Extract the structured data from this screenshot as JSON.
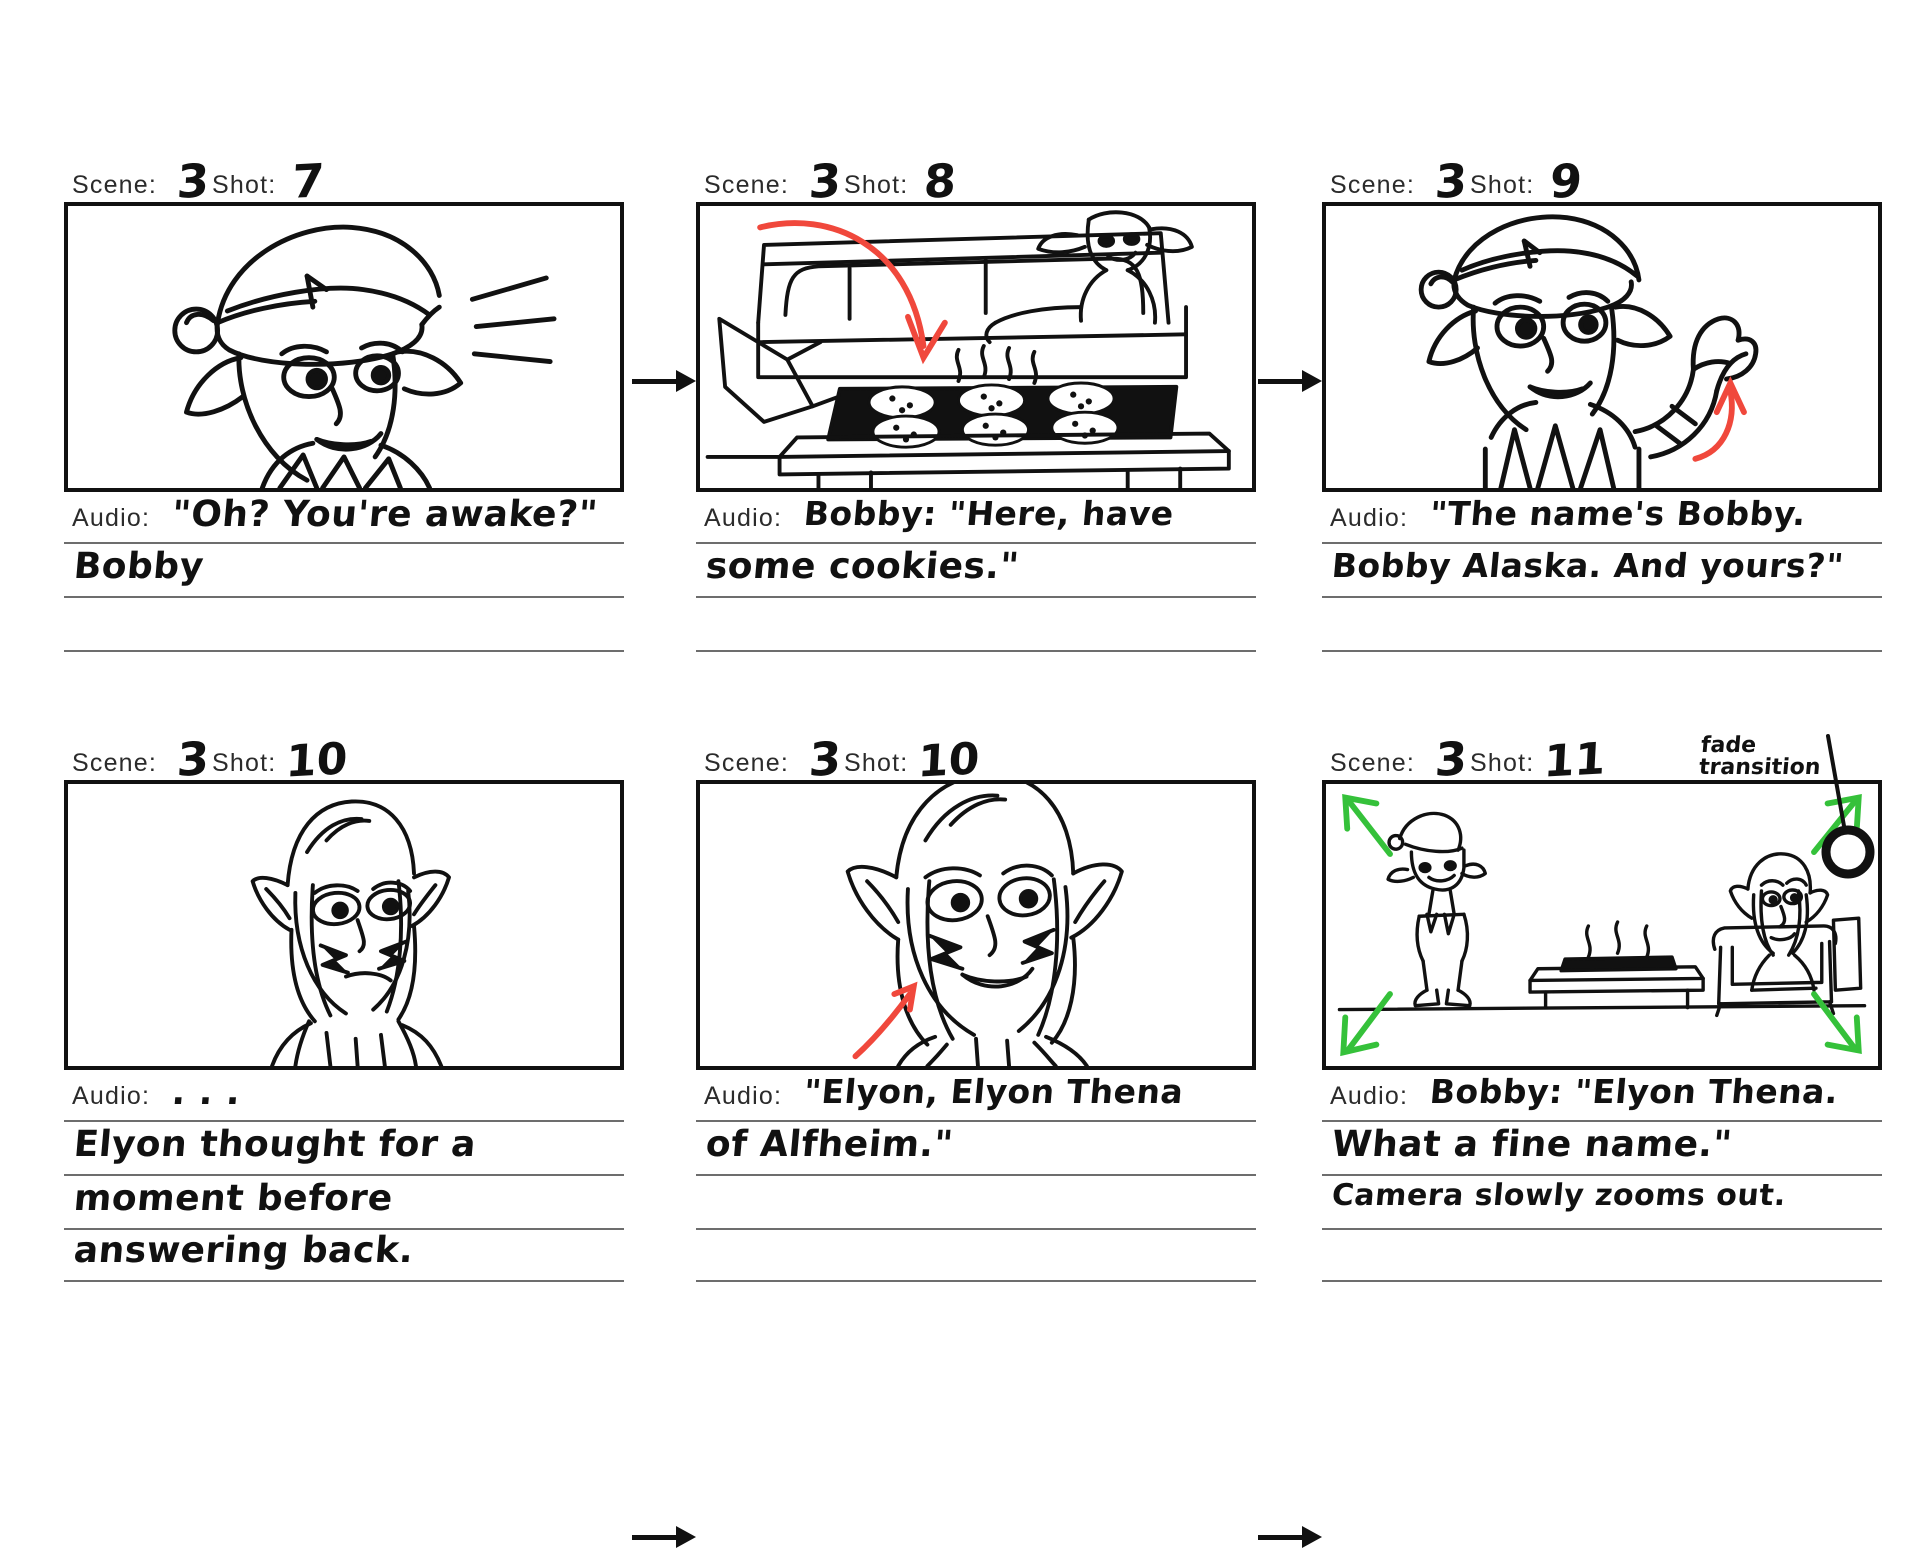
{
  "document": {
    "type": "storyboard",
    "labels": {
      "scene": "Scene:",
      "shot": "Shot:",
      "audio": "Audio:"
    }
  },
  "colors": {
    "ink": "#111111",
    "rule": "#6d6d6d",
    "printed_label": "#2b2b2b",
    "red_annotation": "#f0483c",
    "green_annotation": "#35c13a",
    "paper": "#ffffff"
  },
  "panels": [
    {
      "id": "panel-1",
      "scene": "3",
      "shot": "7",
      "audio_first_line": "\"Oh? You're awake?\"",
      "note_lines": [
        "Bobby"
      ],
      "drawing": "close-up of smiling elf wearing a pointed santa hat with pom-pom, long pointed ear, speed lines at right",
      "annotations": []
    },
    {
      "id": "panel-2",
      "scene": "3",
      "shot": "8",
      "audio_first_line": "Bobby: \"Here, have",
      "note_lines": [
        "some cookies.\""
      ],
      "drawing": "living room: elf holding a tray of steaming cookies over a coffee table, second elf reclining on couch",
      "annotations": [
        "red curved arrow pointing down to the cookie tray"
      ]
    },
    {
      "id": "panel-3",
      "scene": "3",
      "shot": "9",
      "audio_first_line": "\"The name's Bobby.",
      "note_lines": [
        "Bobby Alaska. And yours?\""
      ],
      "drawing": "elf in pointed hat and jester collar, thumb raised, pointing at himself",
      "annotations": [
        "red arrow curving up toward the elf's hand"
      ]
    },
    {
      "id": "panel-4",
      "scene": "3",
      "shot": "10",
      "audio_first_line": ". . .",
      "note_lines": [
        "Elyon thought for a",
        "moment before",
        "answering back."
      ],
      "drawing": "long-haired elf with pointed ears, neutral/serious expression, medium shot",
      "annotations": []
    },
    {
      "id": "panel-5",
      "scene": "3",
      "shot": "10",
      "audio_first_line": "\"Elyon, Elyon Thena",
      "note_lines": [
        "of Alfheim.\""
      ],
      "drawing": "closer push-in on the same long-haired elf, now faintly smiling",
      "annotations": [
        "red arrow pointing up-right toward the elf's face (push-in)"
      ]
    },
    {
      "id": "panel-6",
      "scene": "3",
      "shot": "11",
      "audio_first_line": "Bobby: \"Elyon Thena.",
      "note_lines": [
        "What a fine name.\"",
        "Camera slowly zooms out."
      ],
      "drawing": "wide shot: elf standing at left, steaming tray on coffee table in middle, long-haired elf seated on couch at right",
      "annotations": [
        "green arrows at all four frame corners pointing outward (zoom out)",
        "fade transition symbol at upper right with stroke and circle"
      ],
      "margin_note": "fade\ntransition"
    }
  ],
  "margin_notes": {
    "fade_transition_line1": "fade",
    "fade_transition_line2": "transition"
  }
}
